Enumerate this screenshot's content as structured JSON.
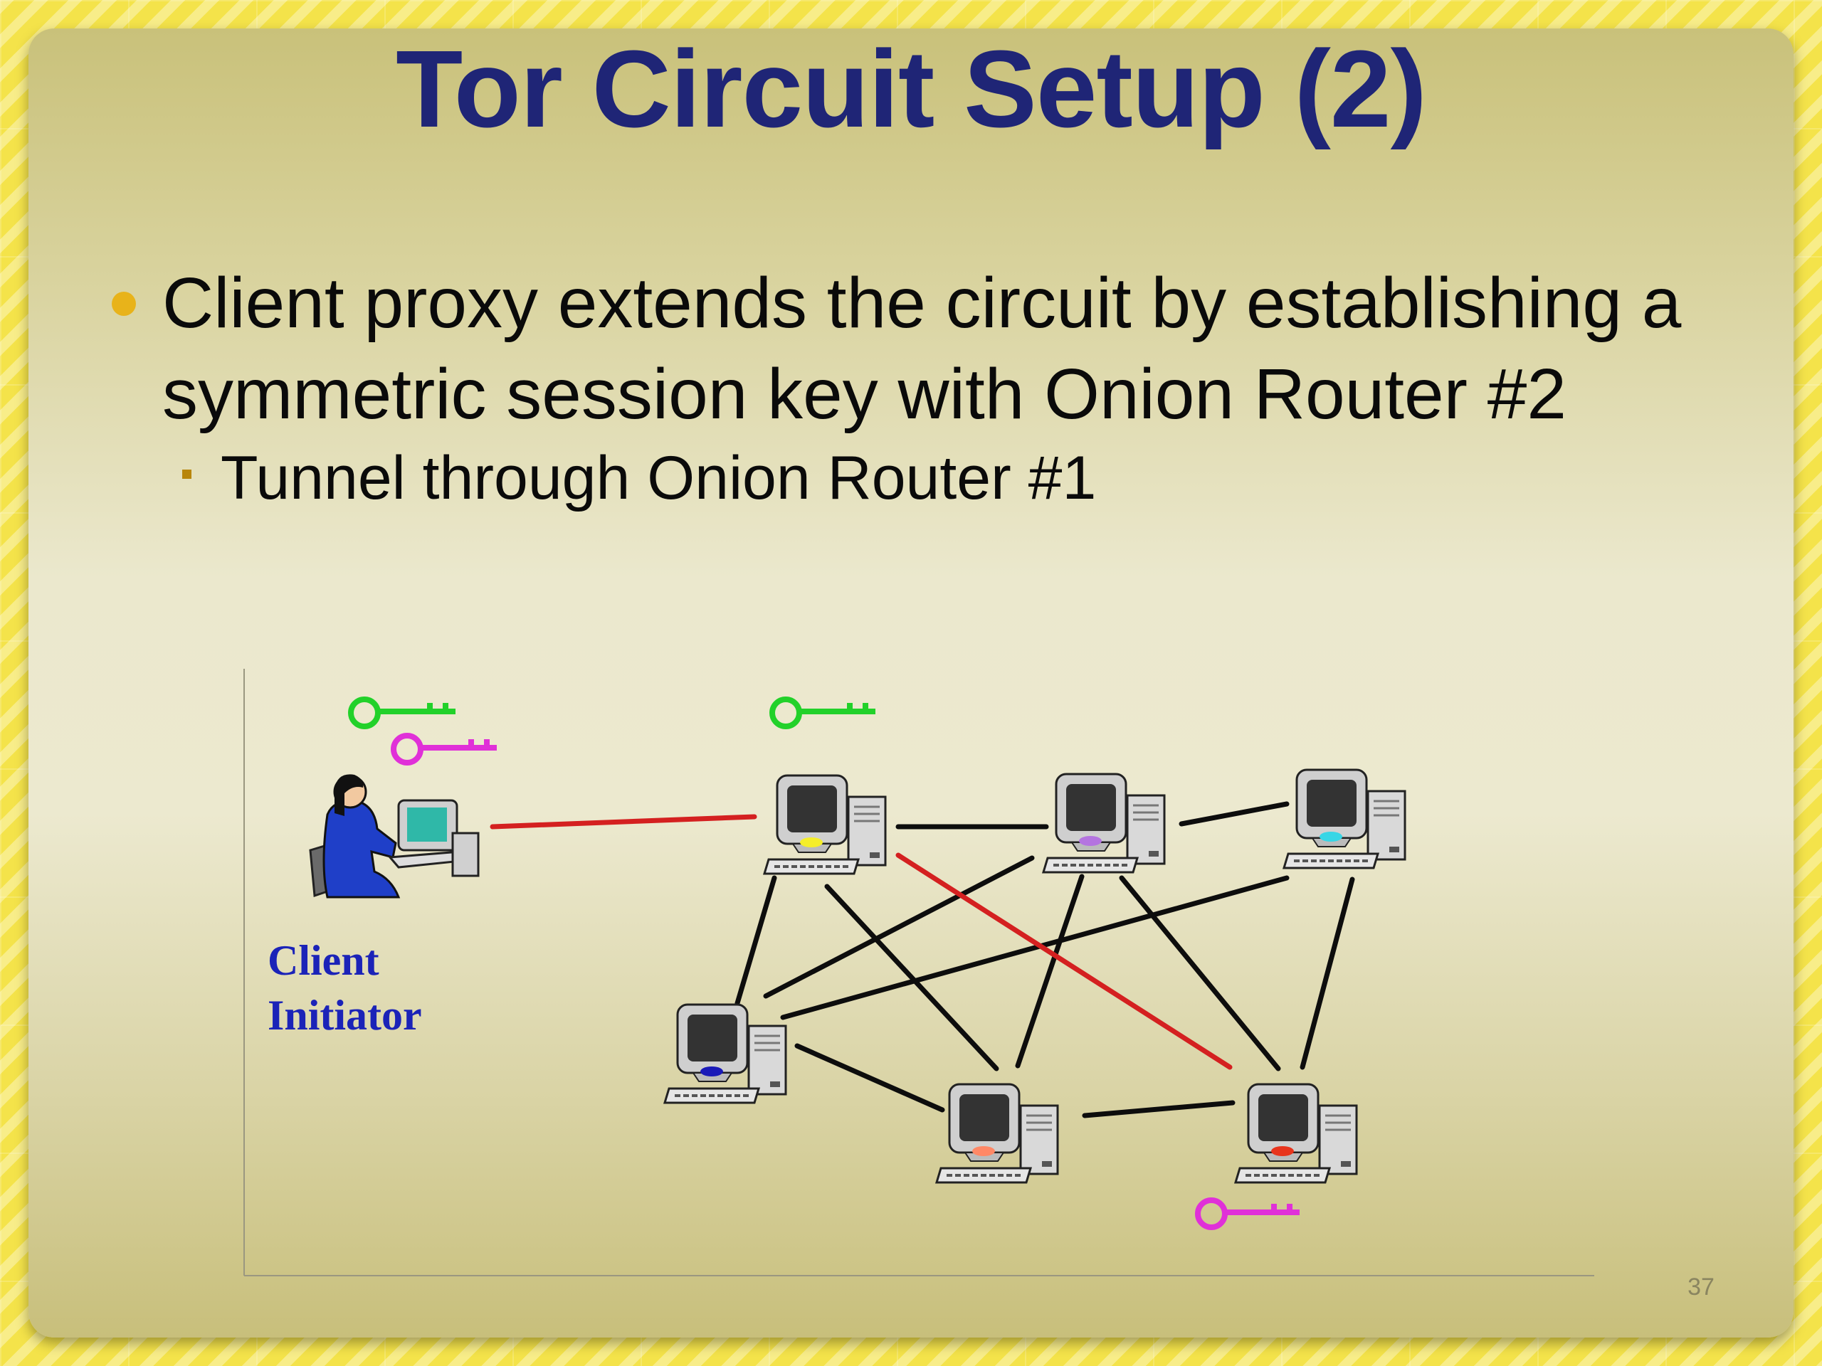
{
  "title": "Tor Circuit Setup (2)",
  "bullets": [
    {
      "text": "Client proxy extends the circuit by establishing a symmetric session key with Onion Router #2",
      "sub": [
        "Tunnel through Onion Router #1"
      ]
    }
  ],
  "diagram": {
    "client_label_line1": "Client",
    "client_label_line2": "Initiator",
    "key_colors": {
      "green": "#22d12a",
      "magenta": "#e030d8"
    },
    "link_colors": {
      "active": "#d42020",
      "normal": "#0d0d0d"
    },
    "screen_accents": [
      "#f5ee2a",
      "#b474e0",
      "#37d6e6",
      "#1a1ab8",
      "#ff8866",
      "#e8341c"
    ],
    "label_color": "#1b23b8"
  },
  "page_number": "37"
}
